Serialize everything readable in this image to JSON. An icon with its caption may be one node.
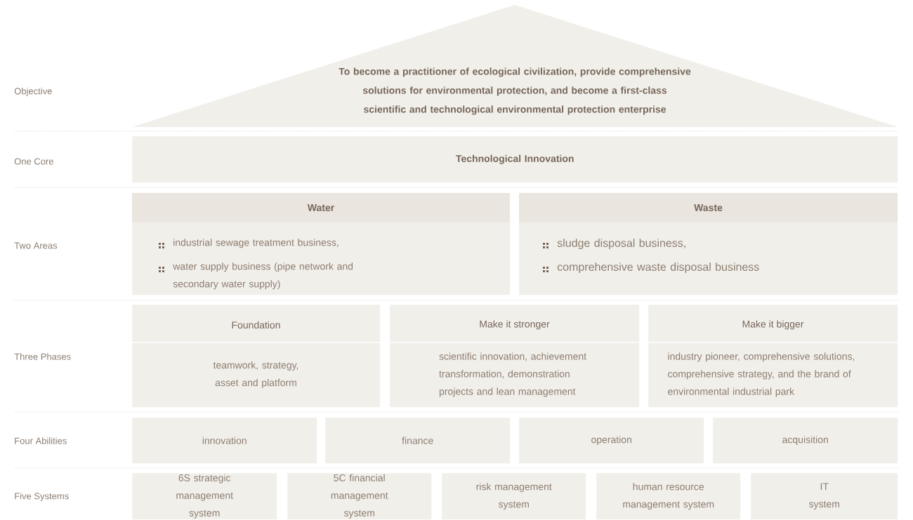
{
  "diagram": {
    "nodes": [
      {
        "text": [
          "To become a practitioner of ecological civilization, provide comprehensive solutions for environmental protection, and become a first-class scientific and technological environmental protection enterprise"
        ]
      },
      {
        "text": [
          "Technological Innovation"
        ]
      },
      {
        "text": [
          "Water",
          "industrial sewage treatment business,",
          "water supply business (pipe network and secondary water supply)"
        ]
      },
      {
        "text": [
          "Waste",
          "sludge disposal business,",
          "comprehensive waste disposal business"
        ]
      },
      {
        "text": [
          "Foundation",
          "teamwork, strategy, asset and platform"
        ]
      },
      {
        "text": [
          "Make it stronger",
          "scientific innovation, achievement transformation, demonstration projects and lean management"
        ]
      },
      {
        "text": [
          "Make it bigger",
          "industry pioneer, comprehensive solutions, comprehensive strategy, and the brand of environmental industrial park"
        ]
      },
      {
        "text": [
          "innovation"
        ]
      },
      {
        "text": [
          "finance"
        ]
      },
      {
        "text": [
          "operation"
        ]
      },
      {
        "text": [
          "acquisition"
        ]
      },
      {
        "text": [
          "6S strategic management system"
        ]
      },
      {
        "text": [
          "5C financial management system"
        ]
      },
      {
        "text": [
          "risk management system"
        ]
      },
      {
        "text": [
          "human resource management system"
        ]
      },
      {
        "text": [
          "IT system"
        ]
      }
    ],
    "labels": [
      "Objective",
      "One Core",
      "Two Areas",
      "Three Phases",
      "Four Abilities",
      "Five Systems"
    ]
  }
}
